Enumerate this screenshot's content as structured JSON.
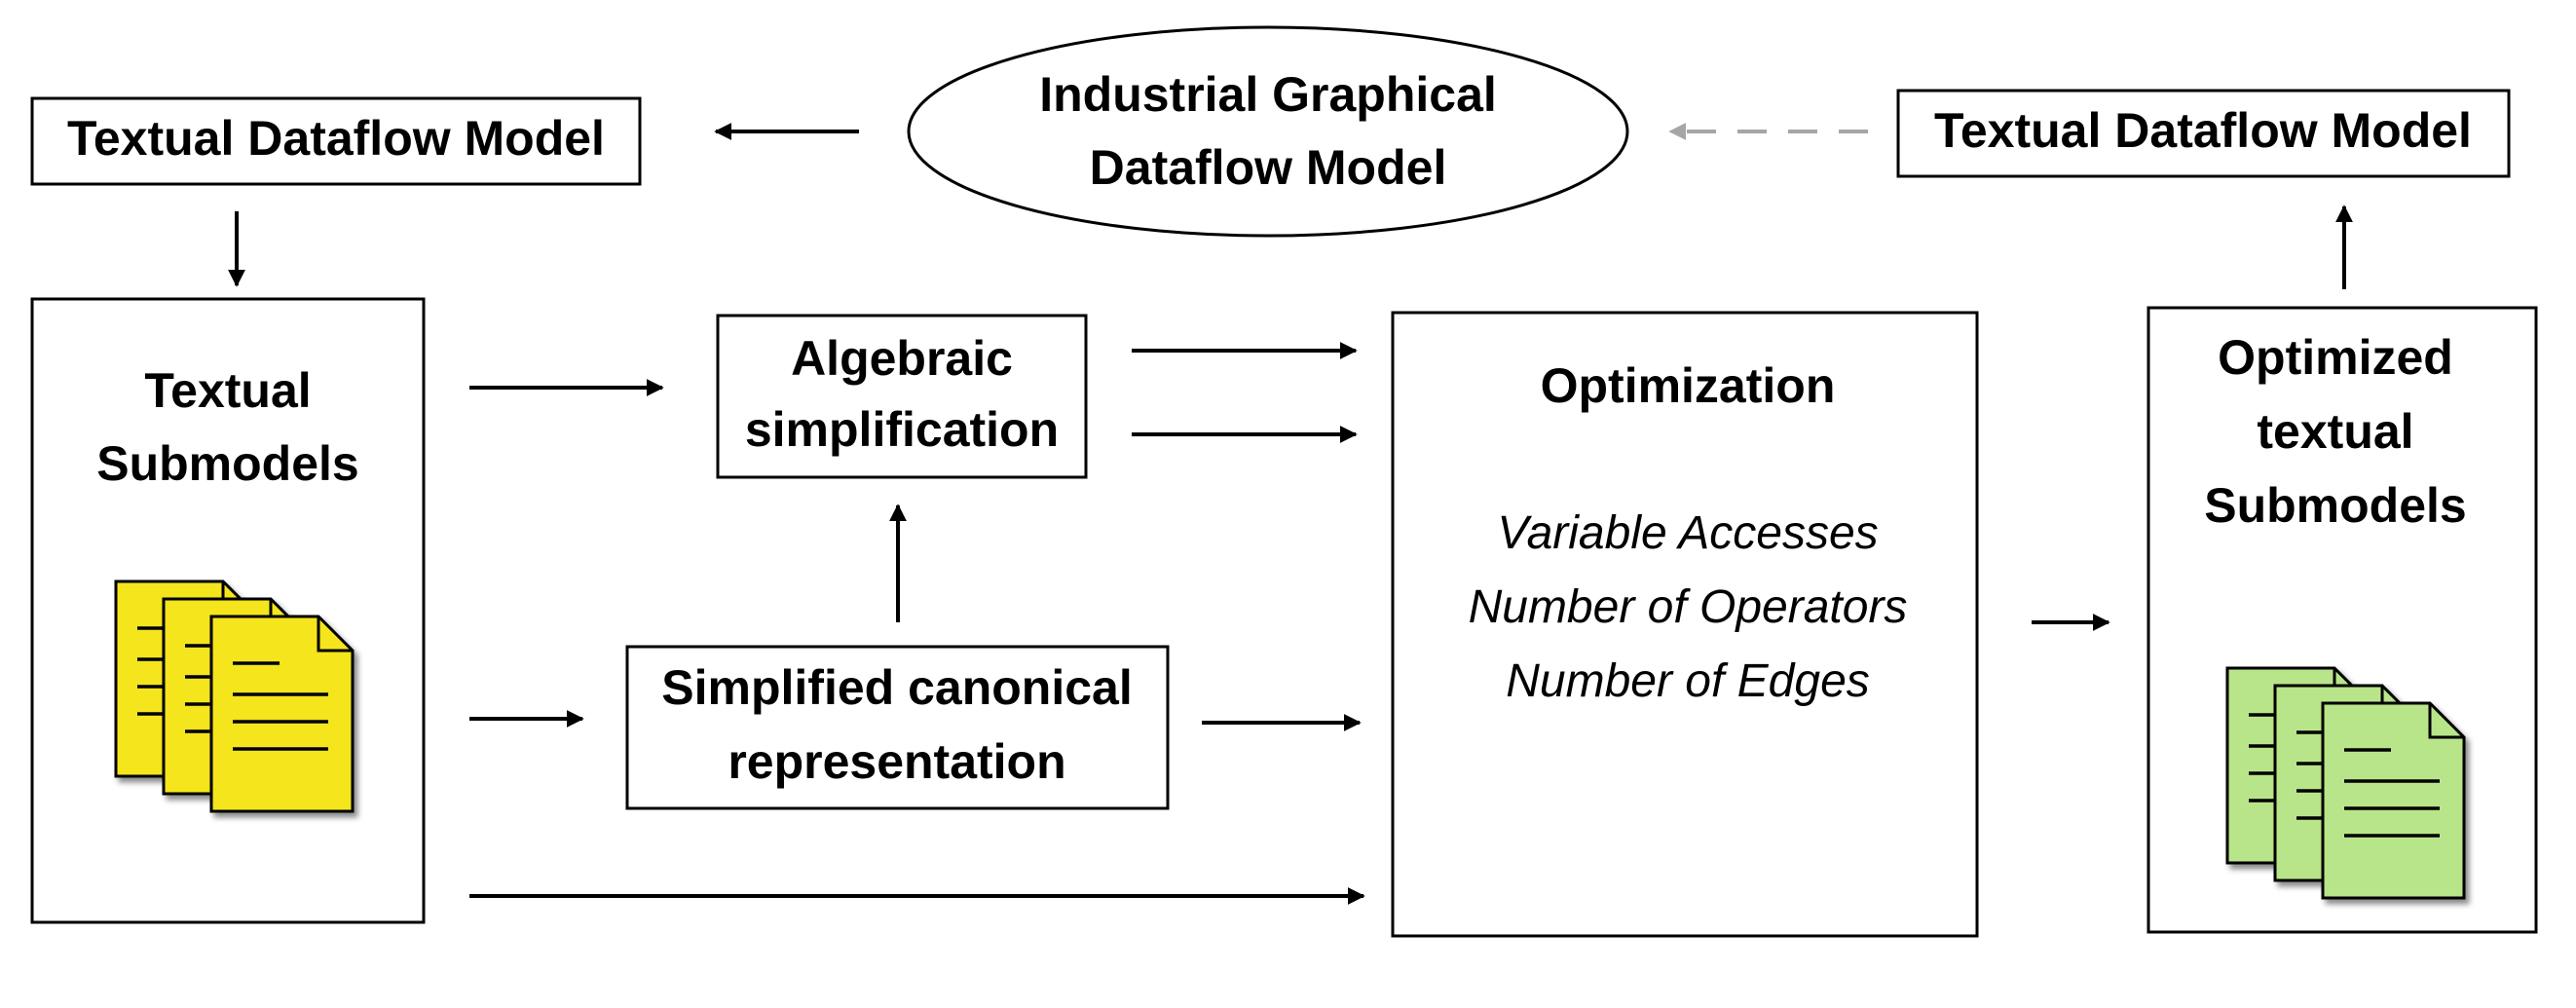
{
  "nodes": {
    "textual_model_left": {
      "label": "Textual Dataflow Model"
    },
    "industrial_model": {
      "lines": [
        "Industrial Graphical",
        "Dataflow Model"
      ]
    },
    "textual_model_right": {
      "label": "Textual Dataflow Model"
    },
    "textual_submodels": {
      "lines": [
        "Textual",
        "Submodels"
      ]
    },
    "algebraic": {
      "lines": [
        "Algebraic",
        "simplification"
      ]
    },
    "canonical": {
      "lines": [
        "Simplified canonical",
        "representation"
      ]
    },
    "optimization": {
      "title": "Optimization",
      "criteria": [
        "Variable Accesses",
        "Number of Operators",
        "Number of Edges"
      ]
    },
    "optimized_submodels": {
      "lines": [
        "Optimized",
        "textual",
        "Submodels"
      ]
    }
  },
  "colors": {
    "doc_yellow": "#f5e51e",
    "doc_green": "#b9e58a",
    "dashed_arrow": "#a6a6a6",
    "stroke": "#000000"
  },
  "icons": {
    "input_docs": "document-stack-icon",
    "output_docs": "document-stack-icon"
  }
}
